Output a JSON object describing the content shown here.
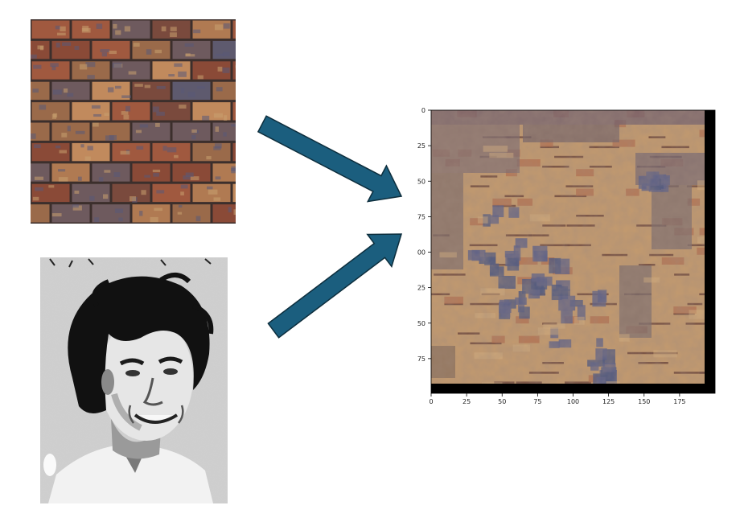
{
  "colors": {
    "arrow_fill": "#1b5e7e",
    "arrow_stroke": "#0d2e3d",
    "mortar": "#3c2f2c",
    "brick_palette": [
      "#8a4a37",
      "#a0593f",
      "#7a4a3d",
      "#b07a52",
      "#6e5a5e",
      "#5e5a6e",
      "#9a6a4a",
      "#c18a5d"
    ],
    "result_base": "#c39a6e",
    "result_blue": "#5a5f88",
    "result_dark": "#6a4338",
    "result_black": "#000000"
  },
  "images": {
    "texture": {
      "label": "brick-texture"
    },
    "content": {
      "label": "portrait-photo"
    },
    "output": {
      "label": "style-transfer-result"
    }
  },
  "result_plot": {
    "x_ticks": [
      "0",
      "25",
      "50",
      "75",
      "100",
      "125",
      "150",
      "175"
    ],
    "y_ticks": [
      "0",
      "25",
      "50",
      "75",
      "00",
      "25",
      "50",
      "75"
    ]
  }
}
